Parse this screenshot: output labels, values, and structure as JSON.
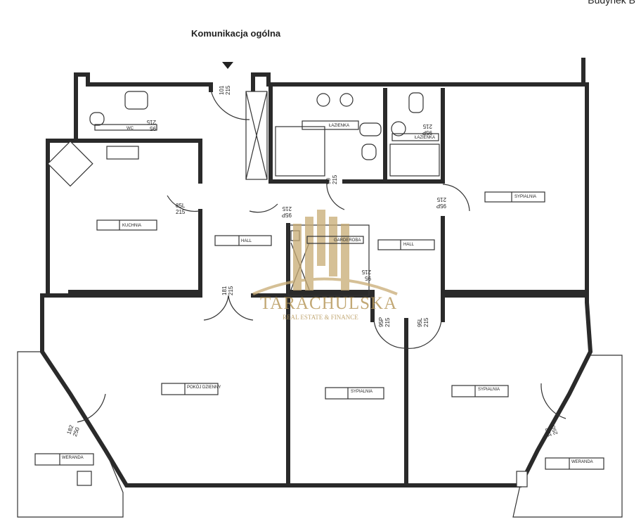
{
  "header": {
    "title": "Komunikacja ogólna",
    "building": "Budynek B"
  },
  "rooms": {
    "wc": "WC",
    "kitchen": "KUCHNIA",
    "hall_left": "HALL",
    "bathroom_main": "ŁAZIENKA",
    "bathroom_small": "ŁAZIENKA",
    "bedroom_top": "SYPIALNIA",
    "hall_right": "HALL",
    "wardrobe": "GARDEROBA",
    "living_room": "POKÓJ DZIENNY",
    "bedroom_middle": "SYPIALNIA",
    "bedroom_right": "SYPIALNIA",
    "veranda_left": "WERANDA",
    "veranda_right": "WERANDA"
  },
  "doors": {
    "entrance": [
      "101",
      "215"
    ],
    "wc": [
      "95",
      "215"
    ],
    "kitchen": [
      "85L",
      "215"
    ],
    "hall_left": [
      "95P",
      "215"
    ],
    "bath_main": [
      "90",
      "215"
    ],
    "bath_small": [
      "95P",
      "215"
    ],
    "bedroom_top": [
      "95P",
      "215"
    ],
    "wardrobe": [
      "95",
      "215"
    ],
    "living": [
      "181",
      "215"
    ],
    "bedroom_mid": [
      "95P",
      "215"
    ],
    "bedroom_right": [
      "95L",
      "215"
    ],
    "veranda_left": [
      "182",
      "250"
    ],
    "veranda_right": [
      "182",
      "250"
    ]
  },
  "watermark": {
    "brand": "TARACHULSKA",
    "tagline": "REAL ESTATE & FINANCE"
  }
}
